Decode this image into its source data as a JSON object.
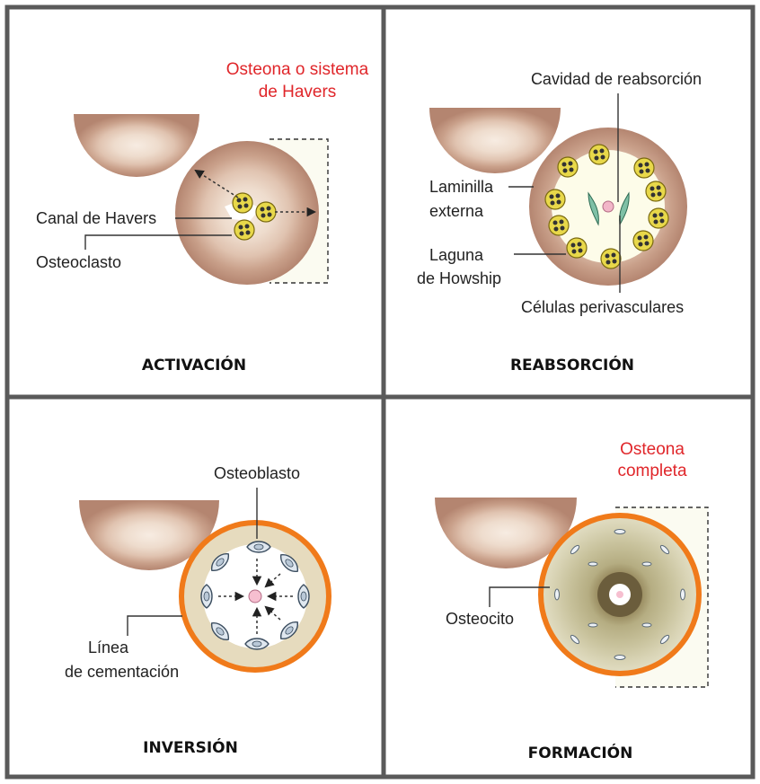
{
  "panels": [
    {
      "caption": "ACTIVACIÓN",
      "title_red_line1": "Osteona o sistema",
      "title_red_line2": "de Havers",
      "labels": [
        "Canal de Havers",
        "Osteoclasto"
      ]
    },
    {
      "caption": "REABSORCIÓN",
      "labels": [
        "Cavidad de reabsorción",
        "Laminilla",
        "externa",
        "Laguna",
        "de Howship",
        "Células perivasculares"
      ]
    },
    {
      "caption": "INVERSIÓN",
      "labels": [
        "Osteoblasto",
        "Línea",
        "de cementación"
      ]
    },
    {
      "caption": "FORMACIÓN",
      "title_red_line1": "Osteona",
      "title_red_line2": "completa",
      "labels": [
        "Osteocito"
      ]
    }
  ],
  "colors": {
    "label_red": "#e0262a",
    "border": "#555555",
    "cement_line": "#f07a1a"
  }
}
